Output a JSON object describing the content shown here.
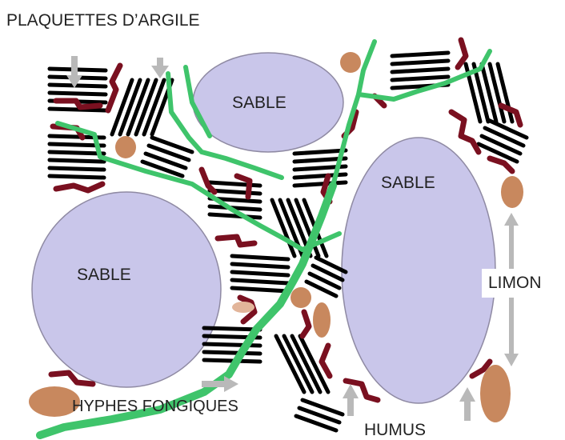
{
  "title": "PLAQUETTES D’ARGILE",
  "labels": {
    "sand_top": "SABLE",
    "sand_right": "SABLE",
    "sand_left": "SABLE",
    "silt": "LIMON",
    "hyphae": "HYPHES FONGIQUES",
    "humus": "HUMUS"
  },
  "colors": {
    "sand": "#c9c6ea",
    "sand_outline": "#8f8aa3",
    "clay": "#000000",
    "humus": "#7a1020",
    "hyphae": "#3fc46b",
    "silt": "#c8885e",
    "arrow": "#b9b9b9"
  }
}
